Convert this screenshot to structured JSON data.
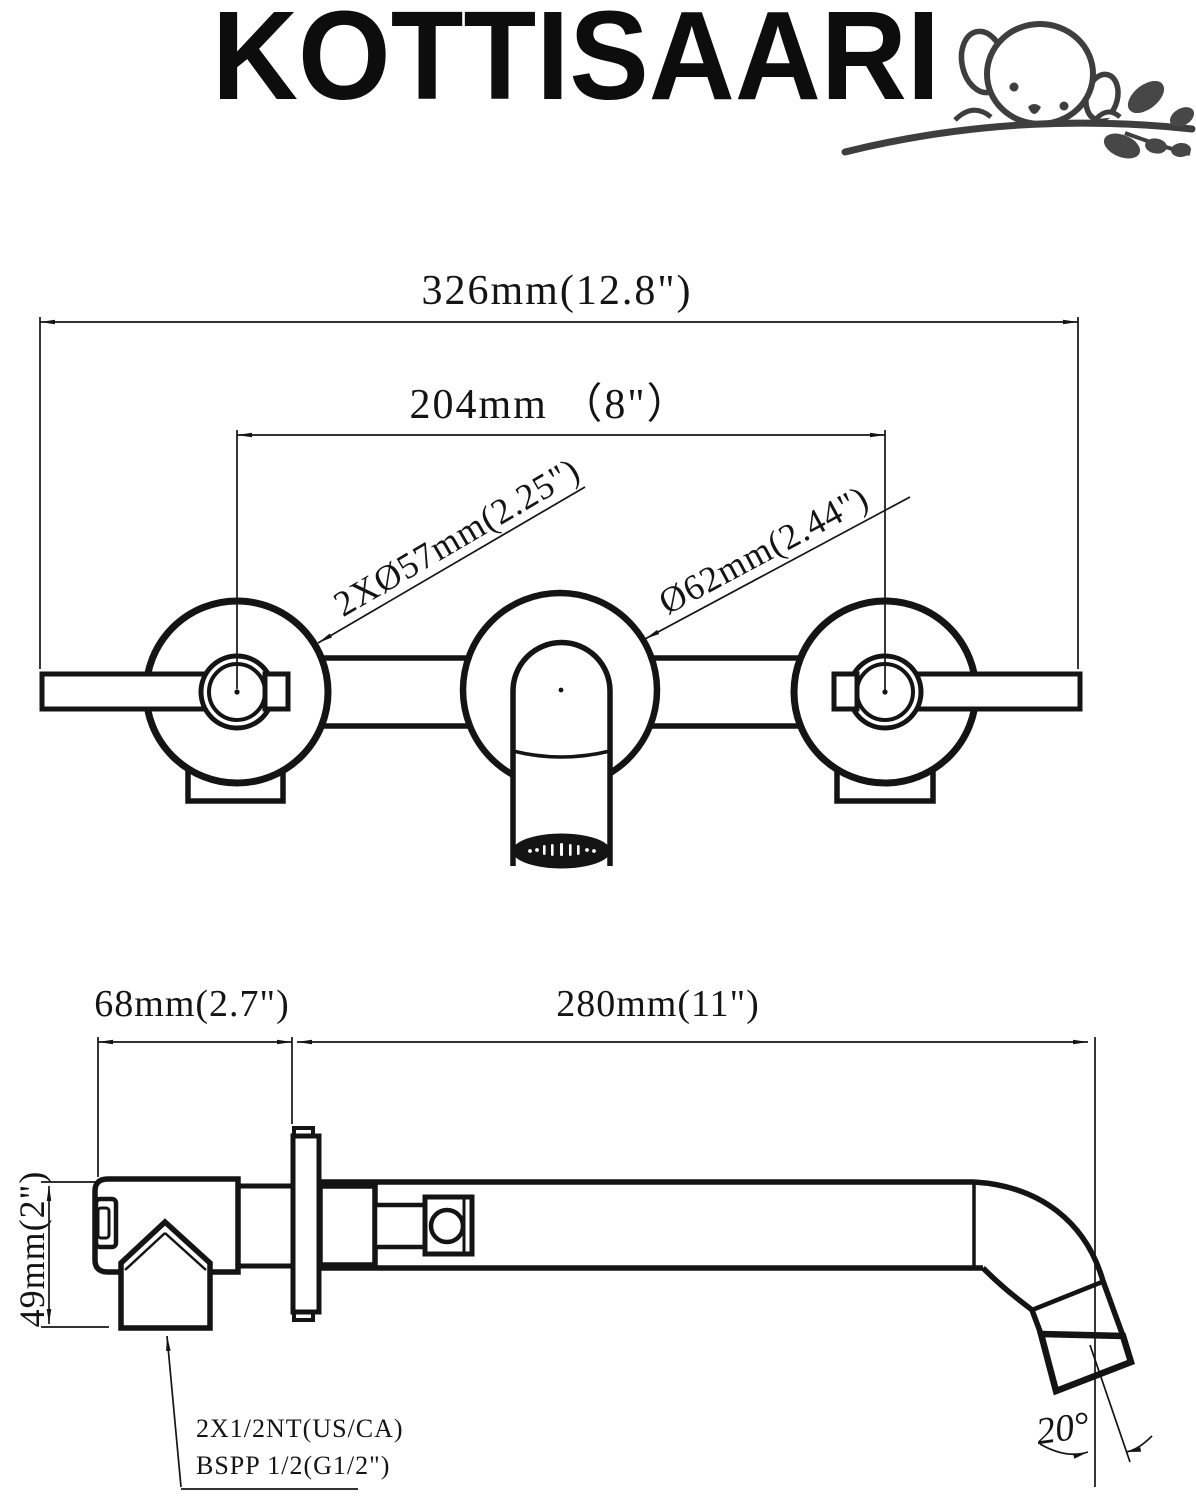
{
  "brand": {
    "logo_text": "KOTTISAARI",
    "mascot": "koala-on-branch"
  },
  "front_view": {
    "overall_width": "326mm(12.8\")",
    "handle_spacing": "204mm （8\"）",
    "handle_escutcheon_dia": "2XØ57mm(2.25\")",
    "spout_escutcheon_dia": "Ø62mm(2.44\")"
  },
  "side_view": {
    "body_depth": "68mm(2.7\")",
    "spout_reach": "280mm(11\")",
    "body_height": "49mm(2\")",
    "spout_angle": "20°",
    "thread_note_line1": "2X1/2NT(US/CA)",
    "thread_note_line2": "BSPP 1/2(G1/2\")"
  }
}
